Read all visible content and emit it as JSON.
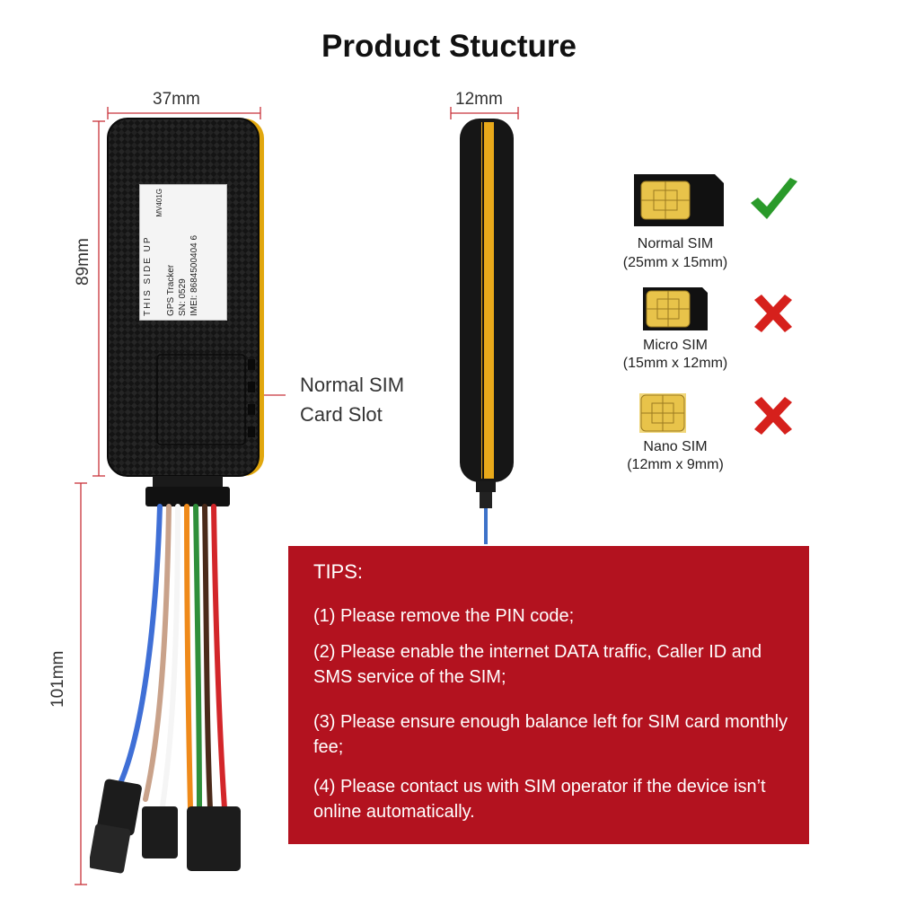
{
  "title": "Product Stucture",
  "dimensions": {
    "width": "37mm",
    "thickness": "12mm",
    "height": "89mm",
    "cable_length": "101mm"
  },
  "device_label": {
    "side_text": "THIS SIDE UP",
    "model": "MV401G",
    "product": "GPS Tracker",
    "sn": "SN: 0529",
    "imei": "IMEI: 8684500404 6"
  },
  "slot_label": {
    "line1": "Normal SIM",
    "line2": "Card Slot"
  },
  "sim_cards": [
    {
      "name": "Normal SIM",
      "size": "(25mm x 15mm)",
      "supported": "check-icon"
    },
    {
      "name": "Micro SIM",
      "size": "(15mm x 12mm)",
      "supported": "cross-icon"
    },
    {
      "name": "Nano SIM",
      "size": "(12mm x 9mm)",
      "supported": "cross-icon"
    }
  ],
  "tips": {
    "title": "TIPS:",
    "items": [
      "(1) Please remove the PIN code;",
      "(2) Please enable the internet DATA traffic, Caller ID and SMS service of the SIM;",
      "(3) Please ensure enough balance left for SIM card monthly fee;",
      "(4) Please contact us with SIM operator if the device isn’t online automatically."
    ]
  },
  "colors": {
    "dimension_line": "#c8333a",
    "tips_background": "#b3121f",
    "check": "#2a9a2a",
    "cross": "#d6201c",
    "device_accent": "#f2b01e",
    "sim_gold": "#e8c34a"
  }
}
